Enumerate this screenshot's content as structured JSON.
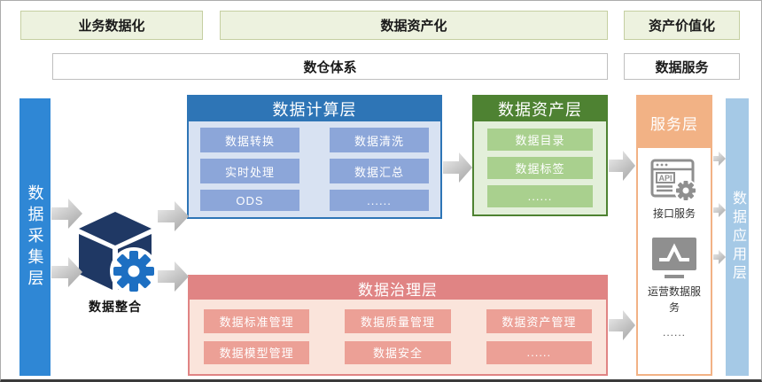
{
  "top_phases": {
    "business": "业务数据化",
    "asset": "数据资产化",
    "value": "资产价值化"
  },
  "system_row": {
    "warehouse": "数仓体系",
    "service": "数据服务"
  },
  "left_bar": {
    "label": "数据采集层"
  },
  "right_bar": {
    "label": "数据应用层"
  },
  "integration": {
    "label": "数据整合"
  },
  "compute_layer": {
    "title": "数据计算层",
    "cells": [
      "数据转换",
      "数据清洗",
      "实时处理",
      "数据汇总",
      "ODS",
      "......"
    ]
  },
  "asset_layer": {
    "title": "数据资产层",
    "cells": [
      "数据目录",
      "数据标签",
      "......"
    ]
  },
  "service_layer": {
    "title": "服务层",
    "api_icon_text": "API",
    "api_label": "接口服务",
    "ops_label": "运营数据服务",
    "more": "......"
  },
  "governance_layer": {
    "title": "数据治理层",
    "cells": [
      "数据标准管理",
      "数据质量管理",
      "数据资产管理",
      "数据模型管理",
      "数据安全",
      "......"
    ]
  },
  "colors": {
    "collection_bar": "#2F87D5",
    "application_bar": "#A5C9E6",
    "compute_header": "#2E75B6",
    "compute_cell": "#8CA6D9",
    "compute_body": "#D8E2F2",
    "asset_header": "#4E8232",
    "asset_cell": "#A9D08E",
    "asset_body": "#E3EFDA",
    "service_header": "#F2B285",
    "governance_header": "#E08484",
    "governance_cell": "#ECA096",
    "governance_body": "#FAE4DB",
    "phase_box_fill": "#EDF2DF",
    "cube": "#1F3864",
    "gear": "#1D6FC2",
    "icon_gray": "#8F8F8F"
  }
}
